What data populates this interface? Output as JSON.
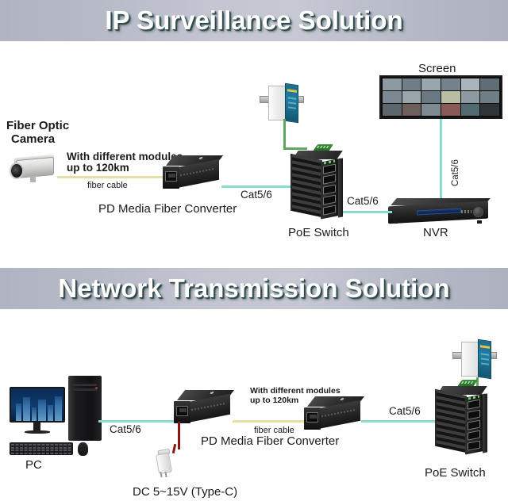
{
  "sections": [
    {
      "id": "ip-surveillance",
      "banner_title": "IP Surveillance Solution",
      "labels": {
        "camera": "Fiber Optic\n Camera",
        "camera_line1": "Fiber Optic",
        "camera_line2": "Camera",
        "modules_line1": "With different modules",
        "modules_line2": "up to 120km",
        "fiber_cable": "fiber cable",
        "converter": "PD Media Fiber Converter",
        "cat_left": "Cat5/6",
        "cat_right": "Cat5/6",
        "cat_vertical": "Cat5/6",
        "poe_switch": "PoE Switch",
        "screen": "Screen",
        "nvr": "NVR"
      }
    },
    {
      "id": "network-transmission",
      "banner_title": "Network Transmission Solution",
      "labels": {
        "pc": "PC",
        "cat_left": "Cat5/6",
        "modules_line1": "With different modules",
        "modules_line2": "up to 120km",
        "fiber_cable": "fiber cable",
        "converter": "PD Media Fiber Converter",
        "cat_right": "Cat5/6",
        "poe_switch": "PoE Switch",
        "dc_input": "DC 5~15V (Type-C)"
      }
    }
  ],
  "colors": {
    "banner_bg": "#b6bac7",
    "banner_text": "#ffffff",
    "banner_shadow": "#2d4a48",
    "cat5_cable": "#86dcd2",
    "fiber_cable": "#e6dfa4",
    "power_green": "#5fa65f",
    "power_red": "#8e1414",
    "page_bg": "#ffffff",
    "text": "#1b1b1b"
  },
  "devices": {
    "poe_port_count": 5,
    "video_wall_cells": 18
  }
}
